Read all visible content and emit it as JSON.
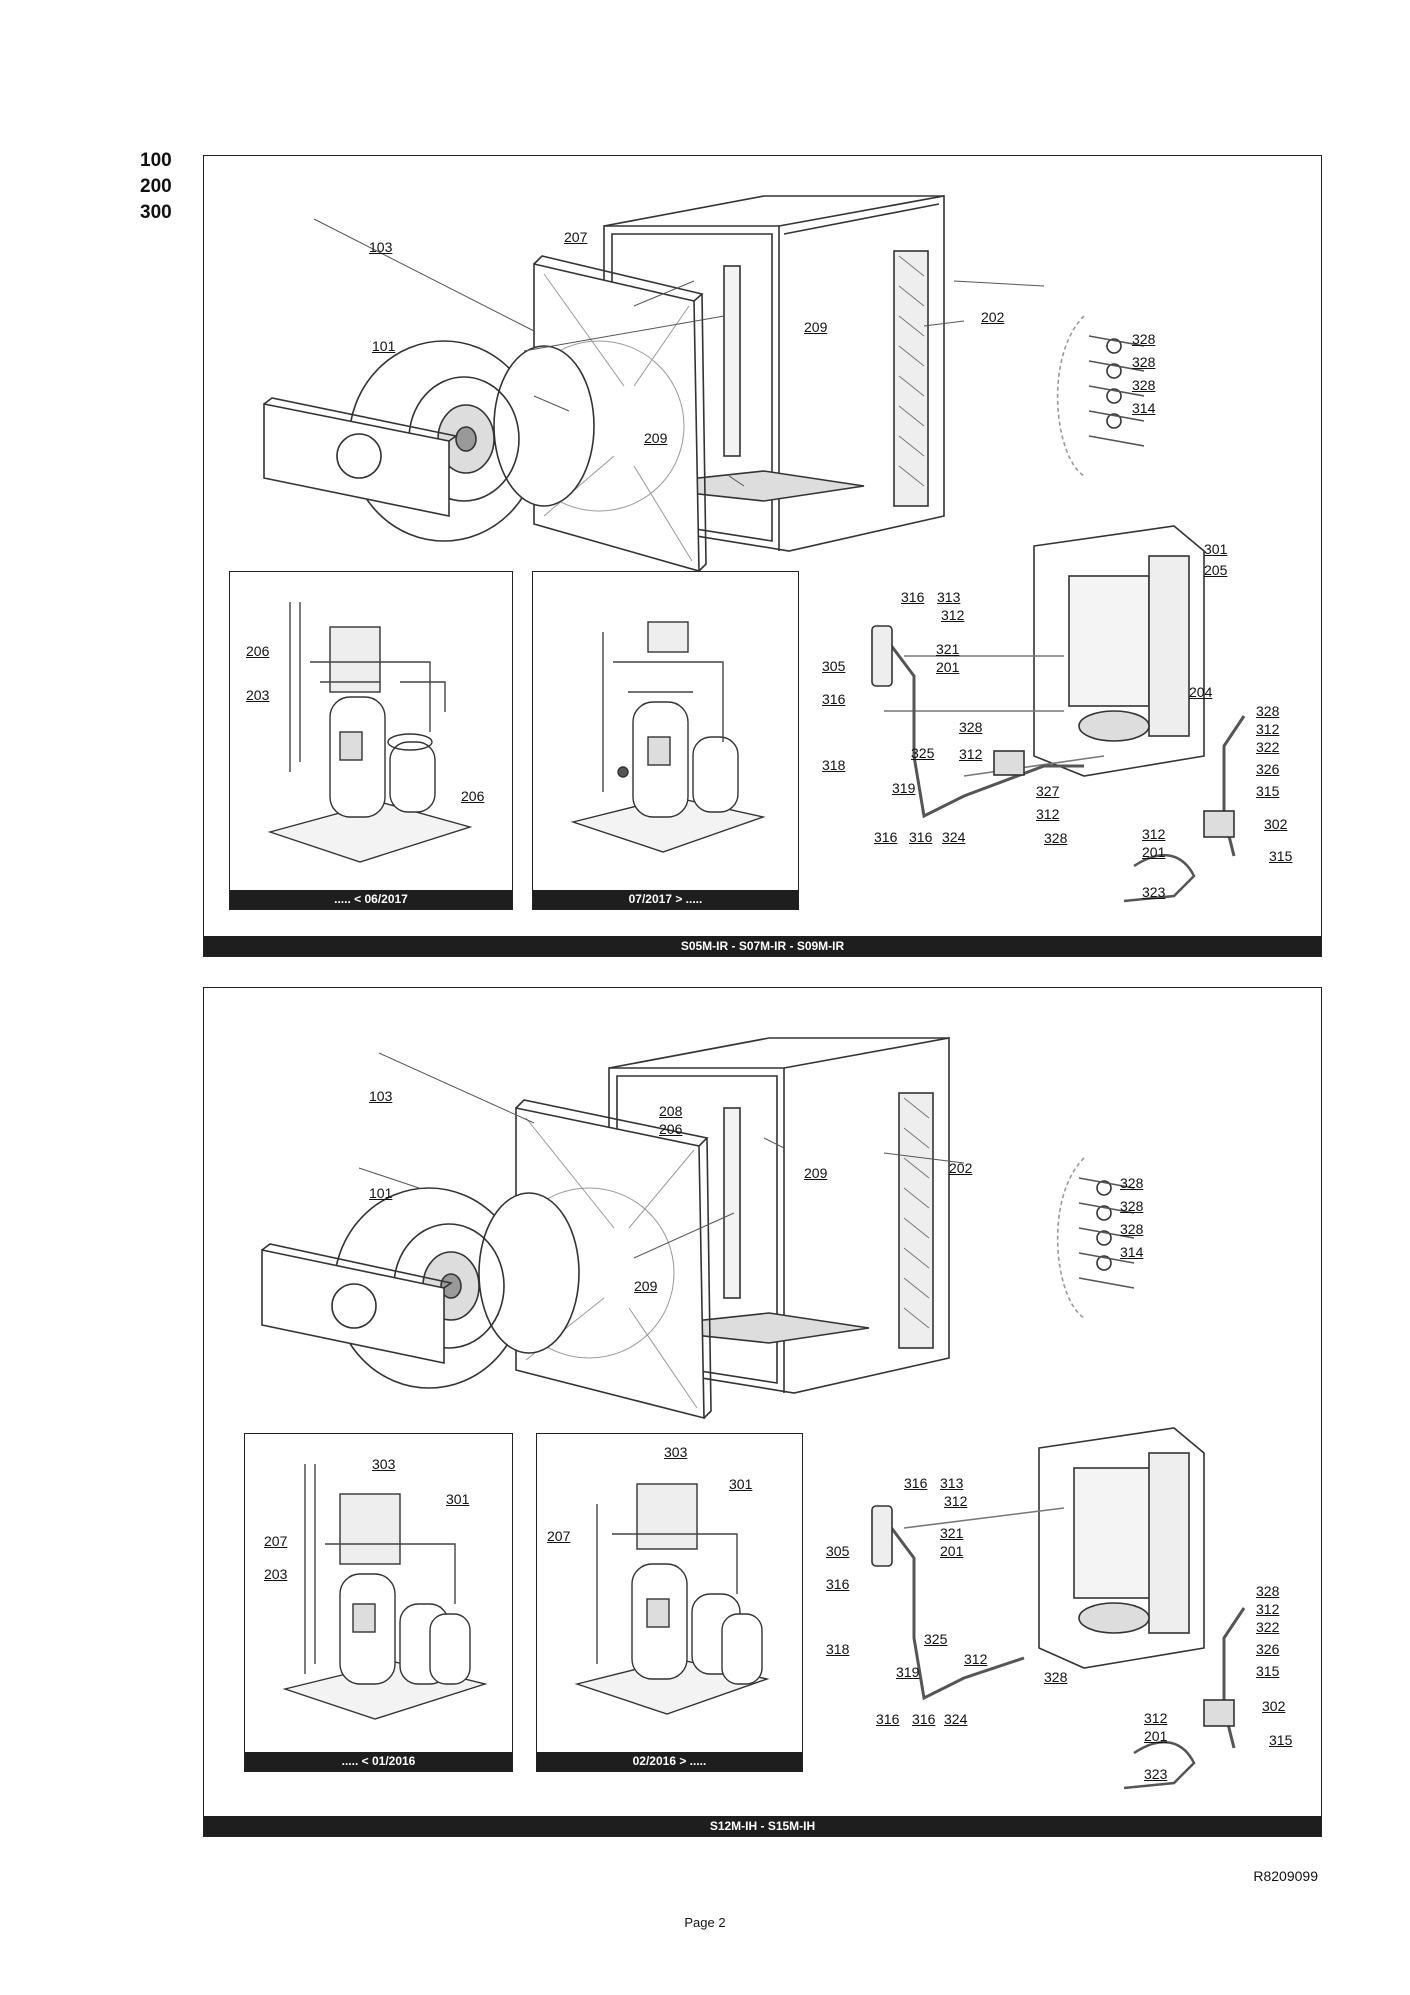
{
  "sections": [
    "100",
    "200",
    "300"
  ],
  "panels": [
    {
      "bar_label": "S05M-IR - S07M-IR - S09M-IR",
      "insets": [
        "..... < 06/2017",
        "07/2017 > ....."
      ],
      "labels": [
        "103",
        "207",
        "101",
        "209",
        "202",
        "209",
        "328",
        "328",
        "328",
        "314",
        "301",
        "205",
        "316",
        "313",
        "312",
        "206",
        "203",
        "305",
        "321",
        "201",
        "316",
        "204",
        "328",
        "312",
        "322",
        "326",
        "315",
        "328",
        "325",
        "312",
        "318",
        "319",
        "327",
        "206",
        "312",
        "302",
        "316",
        "316",
        "324",
        "328",
        "312",
        "201",
        "315",
        "323"
      ]
    },
    {
      "bar_label": "S12M-IH - S15M-IH",
      "insets": [
        "..... < 01/2016",
        "02/2016 > ....."
      ],
      "labels": [
        "103",
        "208",
        "206",
        "209",
        "202",
        "101",
        "328",
        "328",
        "328",
        "314",
        "209",
        "303",
        "303",
        "301",
        "301",
        "207",
        "207",
        "203",
        "316",
        "313",
        "312",
        "305",
        "321",
        "201",
        "316",
        "328",
        "312",
        "322",
        "326",
        "315",
        "325",
        "312",
        "318",
        "319",
        "328",
        "302",
        "316",
        "316",
        "324",
        "312",
        "201",
        "315",
        "323"
      ]
    }
  ],
  "footer": {
    "ref": "R8209099",
    "page": "Page 2"
  }
}
